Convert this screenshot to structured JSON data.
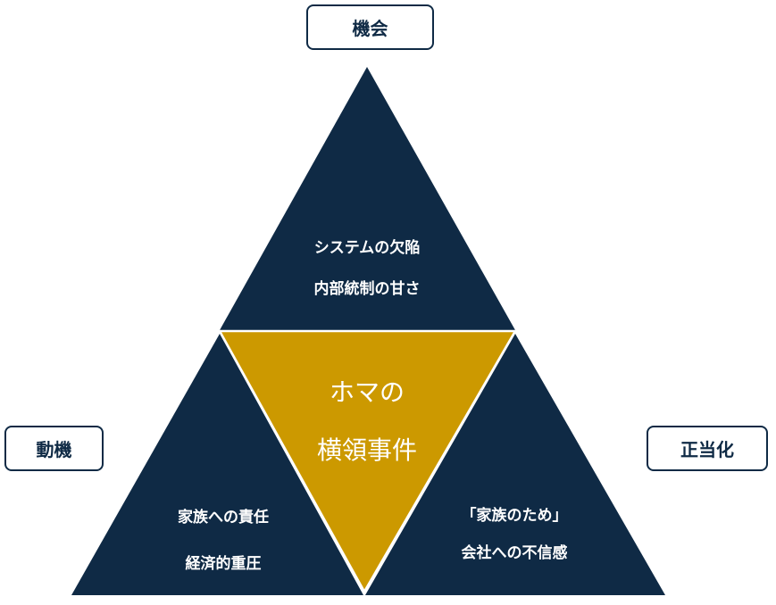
{
  "colors": {
    "navy": "#0f2a45",
    "gold": "#cc9900",
    "white": "#ffffff"
  },
  "labels": {
    "opportunity": "機会",
    "motivation": "動機",
    "rationalization": "正当化"
  },
  "opportunity_items": [
    "システムの欠陥",
    "内部統制の甘さ"
  ],
  "motivation_items": [
    "家族への責任",
    "経済的重圧"
  ],
  "rationalization_items": [
    "「家族のため」",
    "会社への不信感"
  ],
  "center": {
    "line1": "ホマの",
    "line2": "横領事件"
  }
}
